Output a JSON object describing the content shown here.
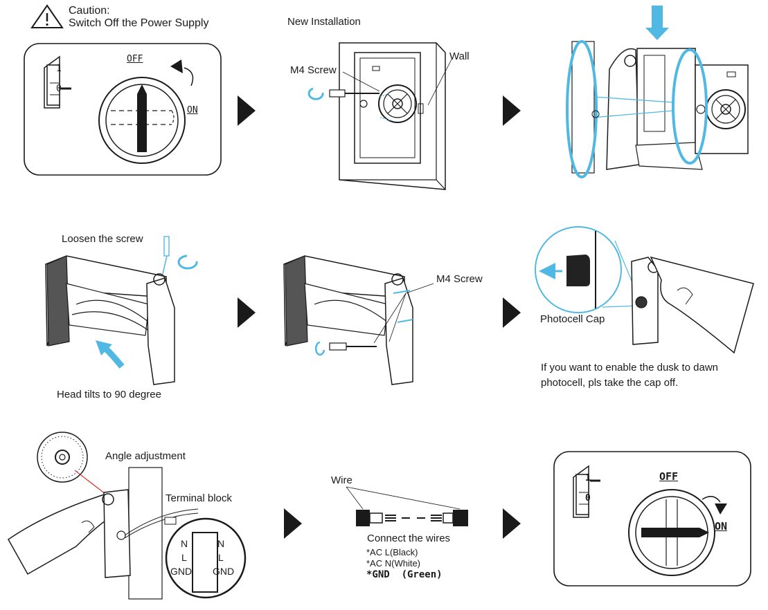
{
  "caution": {
    "title": "Caution:",
    "subtitle": "Switch Off the Power Supply",
    "switch_marks": [
      "1",
      "0"
    ],
    "dial_off": "OFF",
    "dial_on": "ON"
  },
  "step_install": {
    "title": "New Installation",
    "screw_label": "M4 Screw",
    "wall_label": "Wall"
  },
  "step_loosen": {
    "label": "Loosen the screw",
    "caption": "Head tilts to 90 degree"
  },
  "step_fix": {
    "screw_label": "M4 Screw"
  },
  "step_photocell": {
    "label": "Photocell Cap",
    "note_line1": "If you want to enable the dusk to dawn",
    "note_line2": "photocell, pls take the cap off."
  },
  "step_angle": {
    "label": "Angle adjustment",
    "terminal_label": "Terminal block",
    "terminal_terms": [
      "N",
      "L",
      "GND",
      "N",
      "L",
      "GND"
    ]
  },
  "step_wires": {
    "wire_label": "Wire",
    "title": "Connect the wires",
    "lines": [
      "*AC L(Black)",
      "*AC N(White)",
      "*GND  (Green)"
    ]
  },
  "final": {
    "switch_marks": [
      "1",
      "0"
    ],
    "dial_off": "OFF",
    "dial_on": "ON"
  },
  "colors": {
    "accent": "#4fb8e3",
    "ink": "#1a1a1a",
    "warn": "#e0302a"
  }
}
